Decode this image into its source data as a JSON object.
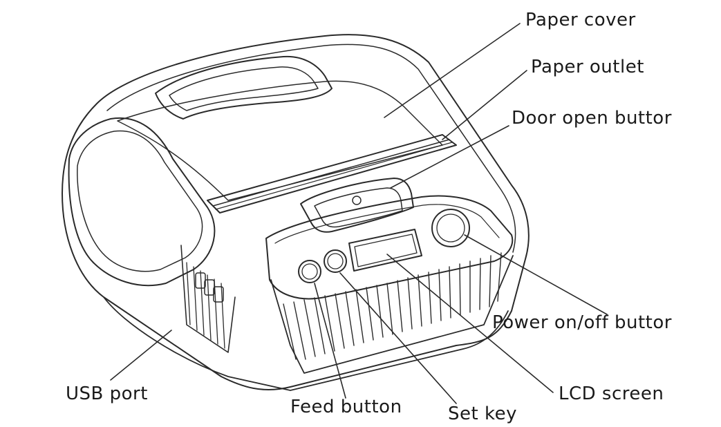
{
  "labels": {
    "paper_cover": "Paper cover",
    "paper_outlet": "Paper outlet",
    "door_open_button": "Door open buttor",
    "power_button": "Power on/off buttor",
    "lcd_screen": "LCD screen",
    "usb_port": "USB port",
    "feed_button": "Feed button",
    "set_key": "Set key"
  },
  "colors": {
    "line": "#2a2a2a",
    "text": "#1a1a1a",
    "background": "#ffffff"
  }
}
